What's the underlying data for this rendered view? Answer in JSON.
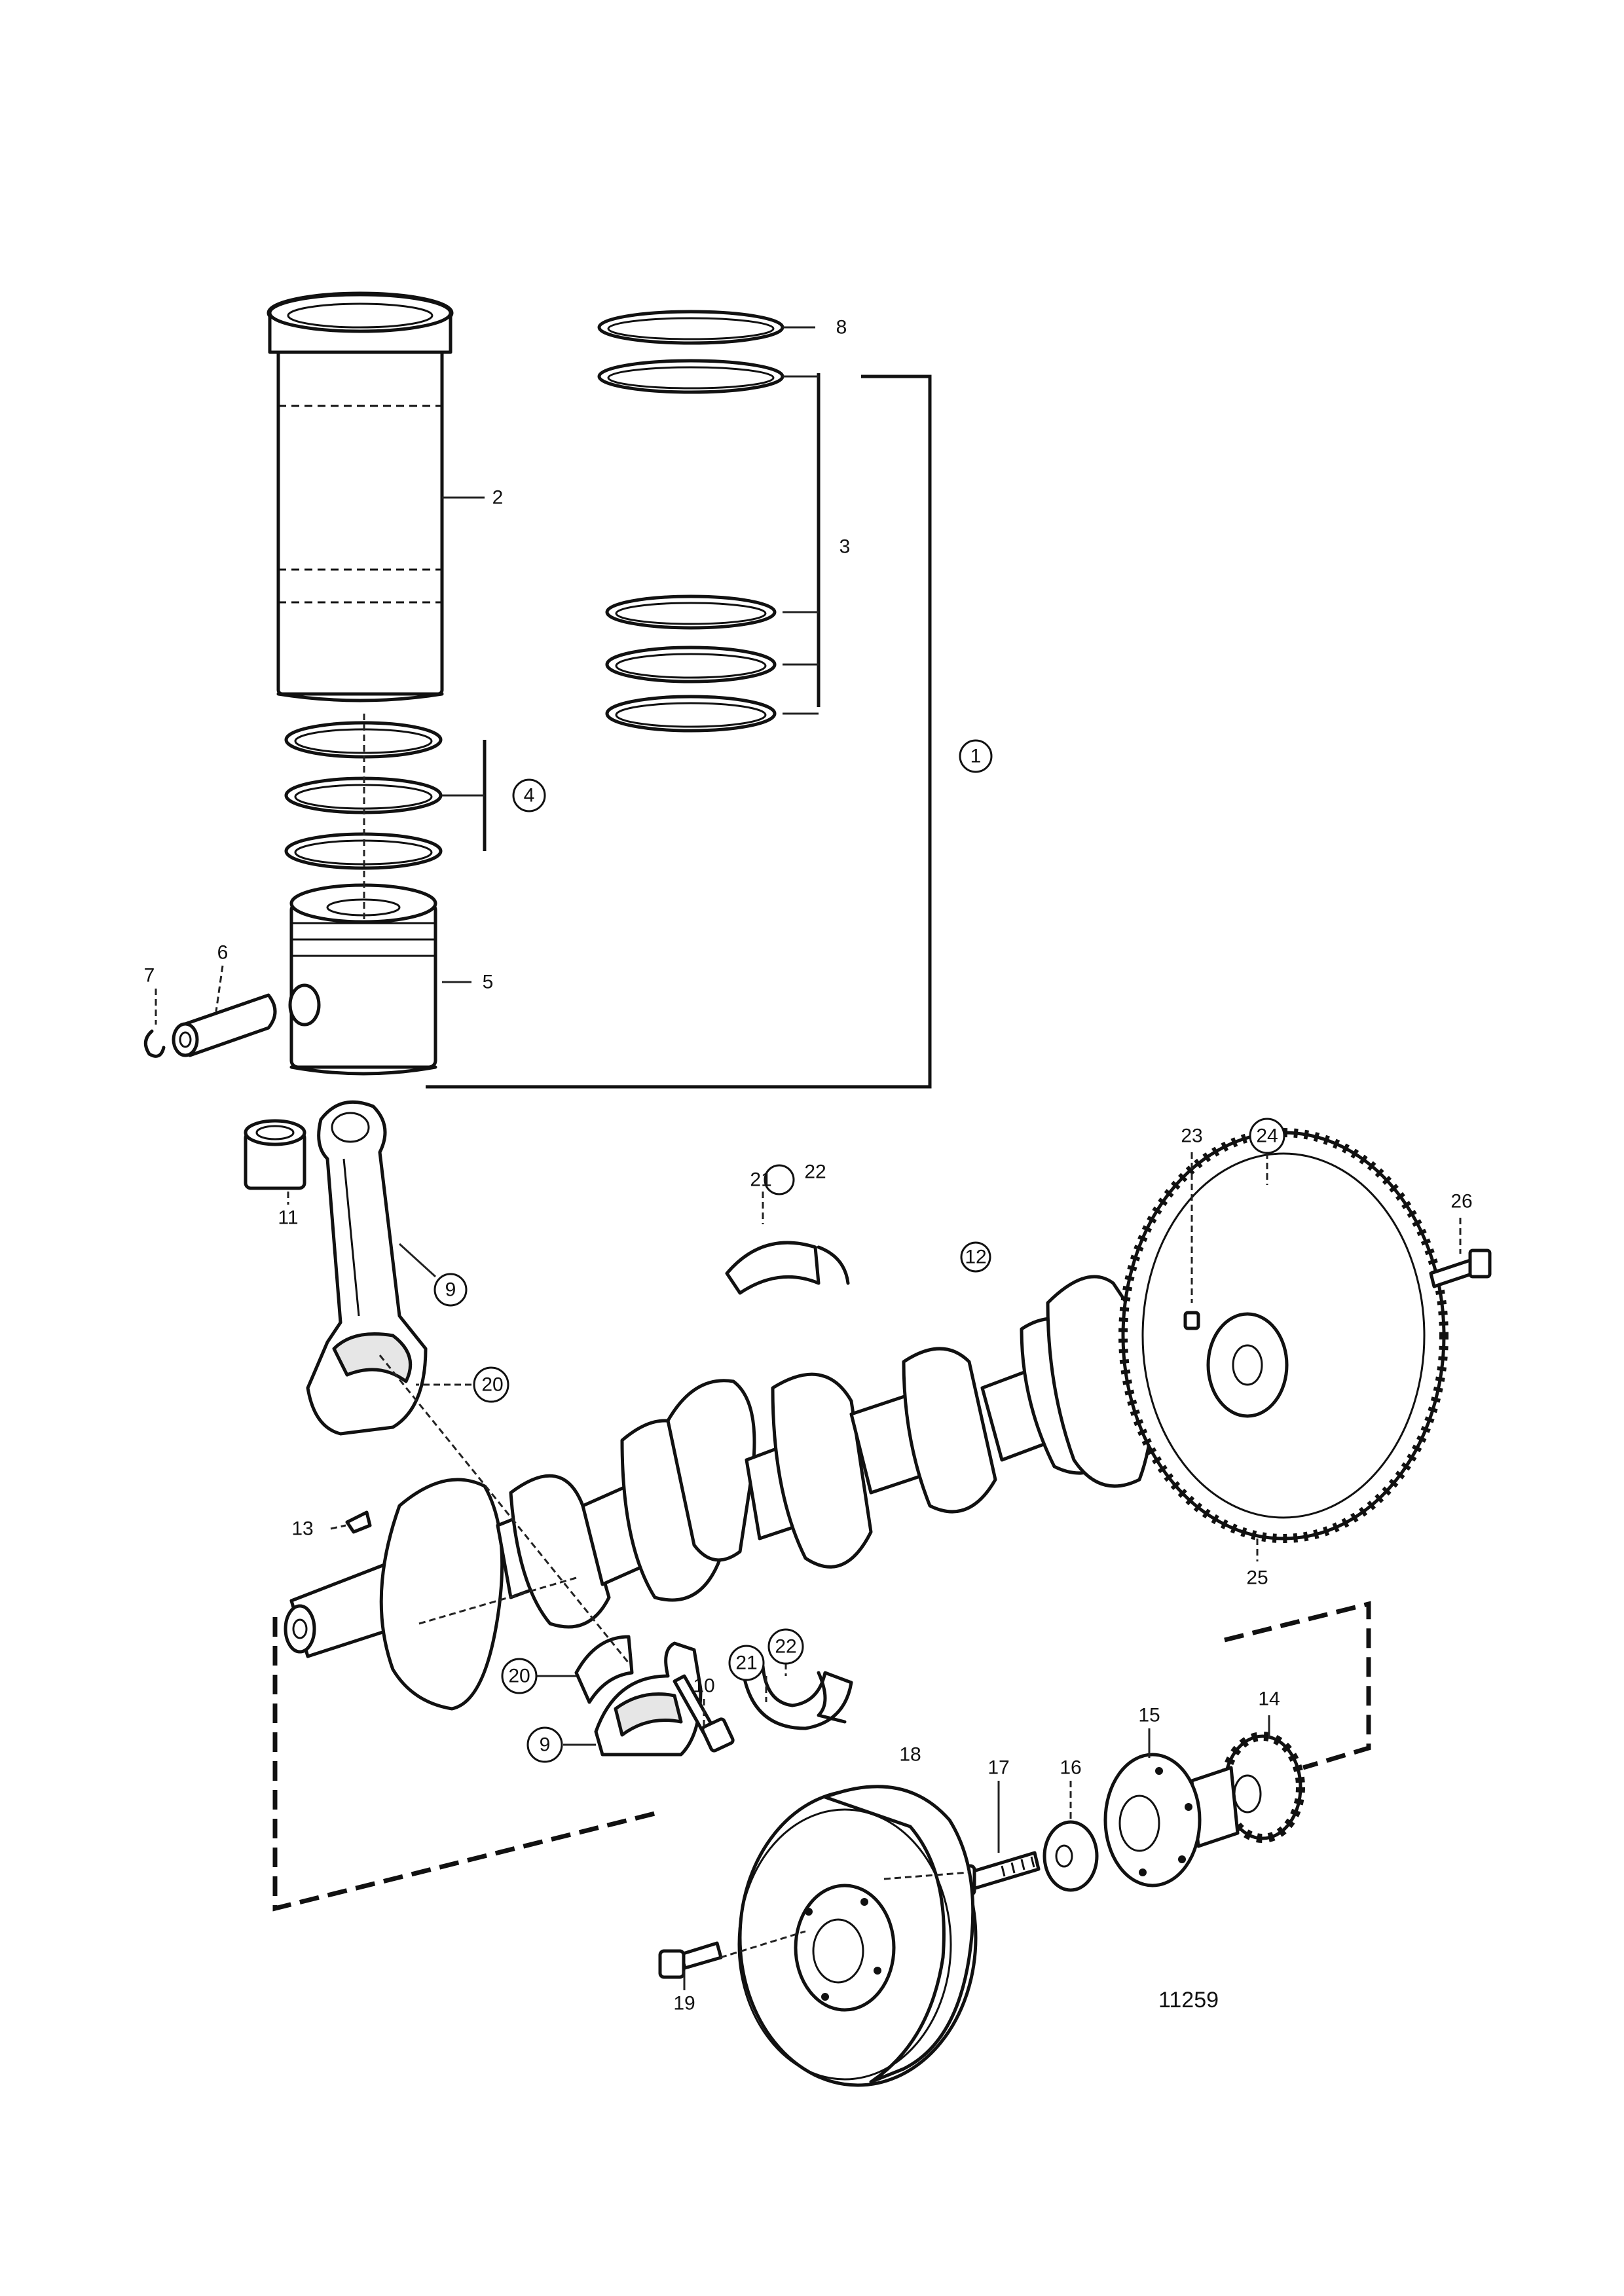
{
  "drawing_number": "11259",
  "callouts": {
    "c1": "1",
    "c2": "2",
    "c3": "3",
    "c4": "4",
    "c5": "5",
    "c6": "6",
    "c7": "7",
    "c8": "8",
    "c9a": "9",
    "c9b": "9",
    "c10": "10",
    "c11": "11",
    "c12": "12",
    "c13": "13",
    "c14": "14",
    "c15": "15",
    "c16": "16",
    "c17": "17",
    "c18": "18",
    "c19": "19",
    "c20a": "20",
    "c20b": "20",
    "c21a": "21",
    "c21b": "21",
    "c22a": "22",
    "c22b": "22",
    "c23": "23",
    "c24": "24",
    "c25": "25",
    "c26": "26"
  }
}
